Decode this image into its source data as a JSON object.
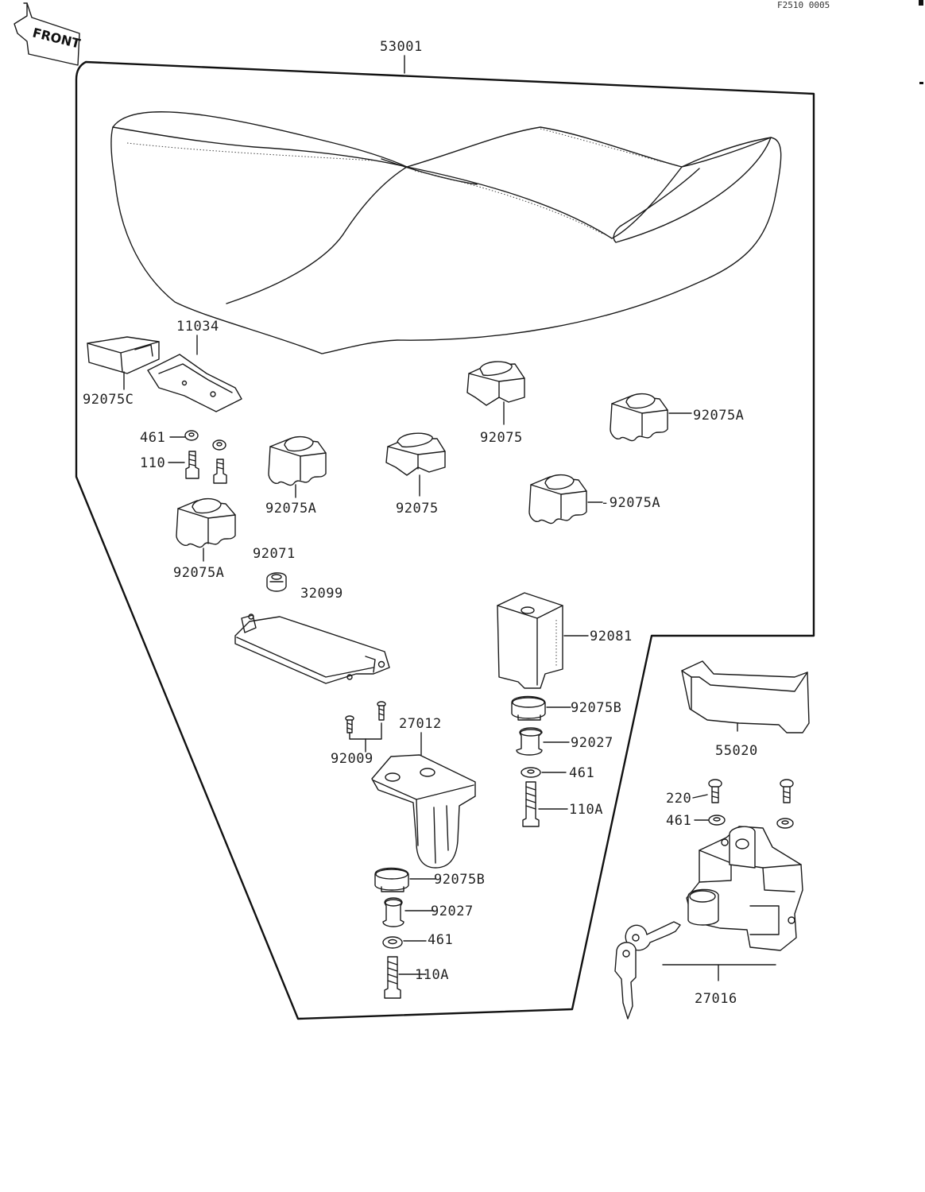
{
  "document": {
    "ref_code": "F2510 0005",
    "front_marker": "FRONT"
  },
  "labels": {
    "l53001": "53001",
    "l11034": "11034",
    "l92075C": "92075C",
    "l461a": "461",
    "l110a": "110",
    "l92075_top": "92075",
    "l92075A_r1": "92075A",
    "l92075A_m": "92075A",
    "l92075_m": "92075",
    "l92075A_r2": "-92075A",
    "l92075A_l": "92075A",
    "l92071": "92071",
    "l32099": "32099",
    "l92081": "92081",
    "l92075B_r": "92075B",
    "l92027_r": "92027",
    "l461_r": "461",
    "l110A_r": "110A",
    "l55020": "55020",
    "l220": "220",
    "l461_far": "461",
    "l27016": "27016",
    "l27012": "27012",
    "l92009": "92009",
    "l92075B_b": "92075B",
    "l92027_b": "92027",
    "l461_b": "461",
    "l110A_b": "110A"
  }
}
